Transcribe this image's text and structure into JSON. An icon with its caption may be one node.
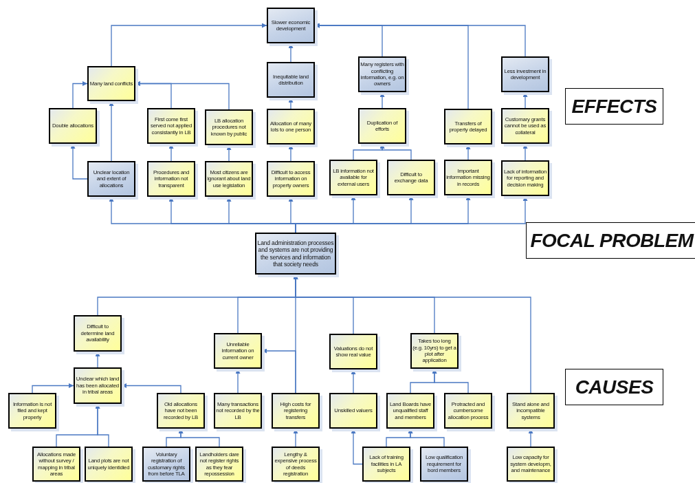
{
  "diagram": {
    "nodes": [
      {
        "text": [
          "Slower economic development"
        ]
      },
      {
        "text": [
          "Many land conflicts"
        ]
      },
      {
        "text": [
          "Inequitable land distribution"
        ]
      },
      {
        "text": [
          "Many registers with conflicting information, e.g. on owners"
        ]
      },
      {
        "text": [
          "Less investment in development"
        ]
      },
      {
        "text": [
          "Double allocations"
        ]
      },
      {
        "text": [
          "First come first served not applied consistantly in LB"
        ]
      },
      {
        "text": [
          "LB allocation procedures not known by public"
        ]
      },
      {
        "text": [
          "Allocation of many lots to one person"
        ]
      },
      {
        "text": [
          "Duplication of efforts"
        ]
      },
      {
        "text": [
          "Transfers of property delayed"
        ]
      },
      {
        "text": [
          "Customary grants cannot be used as collateral"
        ]
      },
      {
        "text": [
          "Unclear location and extent of allocations"
        ]
      },
      {
        "text": [
          "Procedures and information not transparent"
        ]
      },
      {
        "text": [
          "Most citizens are ignorant about land use legislation"
        ]
      },
      {
        "text": [
          "Difficult to access information on property owners"
        ]
      },
      {
        "text": [
          "LB information not available for external users"
        ]
      },
      {
        "text": [
          "Difficult to exchange data"
        ]
      },
      {
        "text": [
          "Important information missing in records"
        ]
      },
      {
        "text": [
          "Lack of information for reporting and decision making"
        ]
      },
      {
        "text": [
          "Land administration processes and systems are not providing the services and information that society needs"
        ]
      },
      {
        "text": [
          "Difficult to determine land availability"
        ]
      },
      {
        "text": [
          "Unreliable information on current owner"
        ]
      },
      {
        "text": [
          "Valuations do not show real value"
        ]
      },
      {
        "text": [
          "Takes too long (e.g. 10yrs) to get a plot after application"
        ]
      },
      {
        "text": [
          "Unclear which land has been allocated in tribal areas"
        ]
      },
      {
        "text": [
          "Information is not filed and kept properly"
        ]
      },
      {
        "text": [
          "Old allocations have not been recorded by LB"
        ]
      },
      {
        "text": [
          "Many transactions not recorded by the LB"
        ]
      },
      {
        "text": [
          "High costs for registering transfers"
        ]
      },
      {
        "text": [
          "Unskilled valuers"
        ]
      },
      {
        "text": [
          "Land Boards have unqualified staff and members"
        ]
      },
      {
        "text": [
          "Protracted and cumbersome allocation process"
        ]
      },
      {
        "text": [
          "Stand alone and incompatible systems"
        ]
      },
      {
        "text": [
          "Allocations made without survey / mapping in tribal areas"
        ]
      },
      {
        "text": [
          "Land plots are not uniquely identidied"
        ]
      },
      {
        "text": [
          "Voluntary registration of customary rights from before TLA"
        ]
      },
      {
        "text": [
          "Landholders dare not register rights as they fear repossession"
        ]
      },
      {
        "text": [
          "Lengthy & expensive process of deeds registration"
        ]
      },
      {
        "text": [
          "Lack of training facilities in LA subjects"
        ]
      },
      {
        "text": [
          "Low qualification requirement for bord members"
        ]
      },
      {
        "text": [
          "Low capacity for system developm, and maintenance"
        ]
      },
      {
        "text": [
          "EFFECTS"
        ]
      },
      {
        "text": [
          "FOCAL PROBLEM"
        ]
      },
      {
        "text": [
          "CAUSES"
        ]
      }
    ],
    "edges": [
      {
        "from": 1,
        "to": 0,
        "arrow": "to"
      },
      {
        "from": 3,
        "to": 0,
        "arrow": "to"
      },
      {
        "from": 10,
        "to": 0,
        "arrow": "to"
      },
      {
        "from": 4,
        "to": 0,
        "arrow": "to"
      },
      {
        "from": 2,
        "to": 0,
        "arrow": "to"
      },
      {
        "from": 8,
        "to": 2,
        "arrow": "to"
      },
      {
        "from": 15,
        "to": 8,
        "arrow": "to"
      },
      {
        "from": 5,
        "to": 1,
        "arrow": "to"
      },
      {
        "from": 12,
        "to": 1,
        "arrow": "to"
      },
      {
        "from": 12,
        "to": 5,
        "arrow": "to"
      },
      {
        "from": 6,
        "to": 1,
        "arrow": "to"
      },
      {
        "from": 7,
        "to": 1,
        "arrow": "to"
      },
      {
        "from": 13,
        "to": 6,
        "arrow": "to"
      },
      {
        "from": 14,
        "to": 7,
        "arrow": "to"
      },
      {
        "from": 9,
        "to": 3,
        "arrow": "to"
      },
      {
        "from": 16,
        "to": 9,
        "arrow": "to"
      },
      {
        "from": 17,
        "to": 9,
        "arrow": "to"
      },
      {
        "from": 18,
        "to": 10,
        "arrow": "to"
      },
      {
        "from": 11,
        "to": 4,
        "arrow": "to"
      },
      {
        "from": 19,
        "to": 11,
        "arrow": "to"
      },
      {
        "from": 20,
        "to": 12,
        "arrow": "to"
      },
      {
        "from": 20,
        "to": 13,
        "arrow": "to"
      },
      {
        "from": 20,
        "to": 14,
        "arrow": "to"
      },
      {
        "from": 20,
        "to": 15,
        "arrow": "to"
      },
      {
        "from": 20,
        "to": 16,
        "arrow": "to"
      },
      {
        "from": 20,
        "to": 17,
        "arrow": "to"
      },
      {
        "from": 20,
        "to": 18,
        "arrow": "to"
      },
      {
        "from": 20,
        "to": 19,
        "arrow": "to"
      },
      {
        "from": 21,
        "to": 20,
        "arrow": "to"
      },
      {
        "from": 22,
        "to": 20,
        "arrow": "to"
      },
      {
        "from": 23,
        "to": 20,
        "arrow": "to"
      },
      {
        "from": 24,
        "to": 20,
        "arrow": "to"
      },
      {
        "from": 33,
        "to": 20,
        "arrow": "to"
      },
      {
        "from": 29,
        "to": 20,
        "arrow": "to"
      },
      {
        "from": 29,
        "to": 22,
        "arrow": "to"
      },
      {
        "from": 25,
        "to": 21,
        "arrow": "to"
      },
      {
        "from": 26,
        "to": 25,
        "arrow": "to"
      },
      {
        "from": 27,
        "to": 25,
        "arrow": "to"
      },
      {
        "from": 34,
        "to": 25,
        "arrow": "to"
      },
      {
        "from": 35,
        "to": 25,
        "arrow": "to"
      },
      {
        "from": 28,
        "to": 22,
        "arrow": "to"
      },
      {
        "from": 36,
        "to": 27,
        "arrow": "to"
      },
      {
        "from": 37,
        "to": 27,
        "arrow": "to"
      },
      {
        "from": 38,
        "to": 29,
        "arrow": "to"
      },
      {
        "from": 30,
        "to": 23,
        "arrow": "to"
      },
      {
        "from": 39,
        "to": 30,
        "arrow": "to"
      },
      {
        "from": 31,
        "to": 24,
        "arrow": "to"
      },
      {
        "from": 32,
        "to": 24,
        "arrow": "to"
      },
      {
        "from": 39,
        "to": 31,
        "arrow": "to"
      },
      {
        "from": 40,
        "to": 31,
        "arrow": "to"
      },
      {
        "from": 41,
        "to": 33,
        "arrow": "to"
      }
    ]
  }
}
